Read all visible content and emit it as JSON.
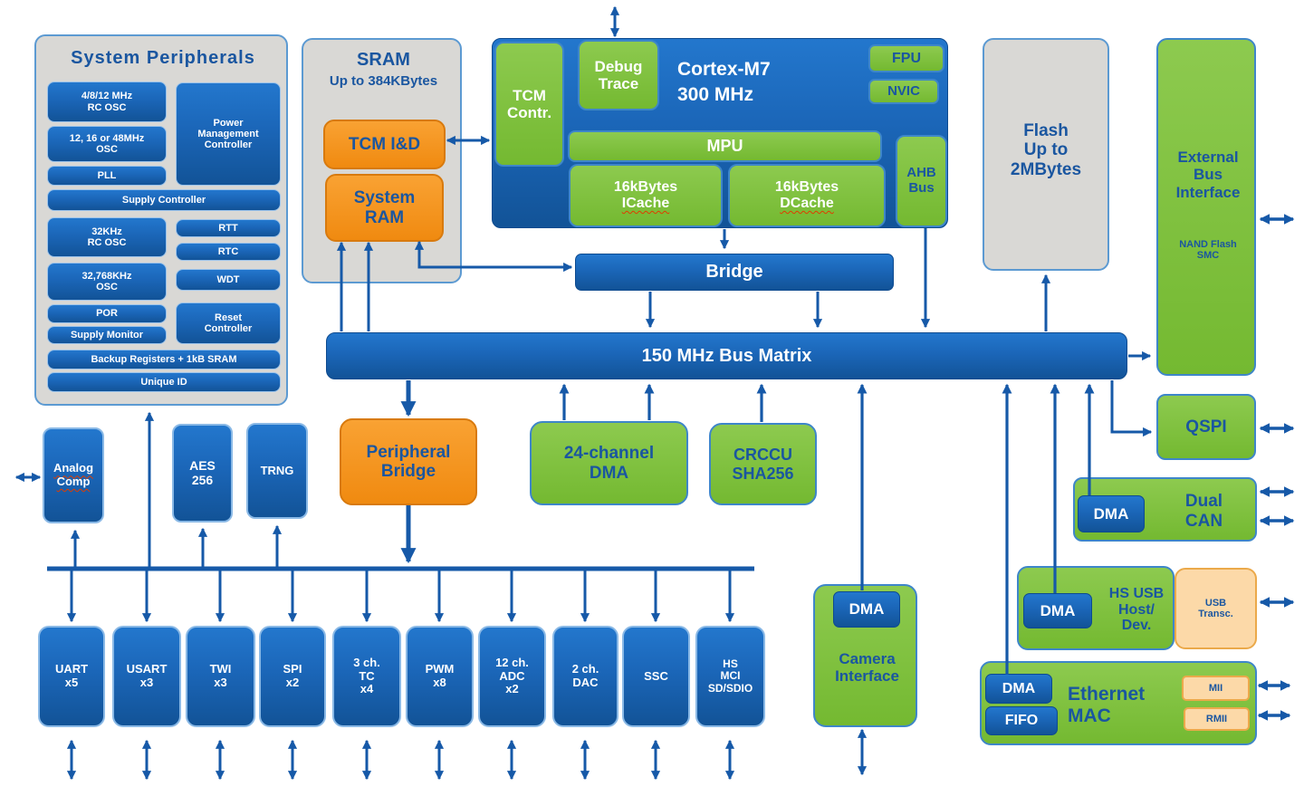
{
  "palette": {
    "box_blue": "#1b66b8",
    "box_green": "#7cc142",
    "box_orange": "#f79420",
    "box_gray": "#d9d8d5",
    "box_peach": "#fcd9a8",
    "arrow_blue": "#1659a8",
    "label_blue": "#1a56a0",
    "label_white": "#ffffff"
  },
  "system_peripherals": {
    "title": "System Peripherals",
    "rc_osc": "4/8/12 MHz\nRC OSC",
    "osc": "12, 16 or 48MHz\nOSC",
    "pll": "PLL",
    "pmc": "Power\nManagement\nController",
    "supply_controller": "Supply Controller",
    "rc32": "32KHz\nRC OSC",
    "rtt": "RTT",
    "rtc": "RTC",
    "osc32": "32,768KHz\nOSC",
    "wdt": "WDT",
    "por": "POR",
    "supply_monitor": "Supply Monitor",
    "reset_controller": "Reset\nController",
    "backup": "Backup Registers + 1kB SRAM",
    "unique_id": "Unique ID"
  },
  "sram": {
    "title": "SRAM",
    "subtitle": "Up to 384KBytes",
    "tcm_id": "TCM I&D",
    "system_ram": "System\nRAM"
  },
  "cortex": {
    "title": "Cortex-M7",
    "freq": "300 MHz",
    "tcm_contr": "TCM\nContr.",
    "debug_trace": "Debug\nTrace",
    "fpu": "FPU",
    "nvic": "NVIC",
    "mpu": "MPU",
    "icache_size": "16kBytes",
    "icache_name": "ICache",
    "dcache_size": "16kBytes",
    "dcache_name": "DCache",
    "ahb": "AHB\nBus"
  },
  "bridge": "Bridge",
  "flash": "Flash\nUp to\n2MBytes",
  "ebi": {
    "title": "External\nBus\nInterface",
    "subtitle": "NAND Flash\nSMC"
  },
  "bus_matrix": "150 MHz Bus Matrix",
  "analog_comp": "Analog\nComp",
  "aes": "AES\n256",
  "trng": "TRNG",
  "peripheral_bridge": "Peripheral\nBridge",
  "dma24": "24-channel\nDMA",
  "crccu": "CRCCU\nSHA256",
  "qspi": "QSPI",
  "dual_can": {
    "dma": "DMA",
    "label": "Dual\nCAN"
  },
  "hs_usb": {
    "dma": "DMA",
    "label": "HS USB\nHost/\nDev."
  },
  "usb_transc": "USB\nTransc.",
  "ethernet": {
    "dma": "DMA",
    "fifo": "FIFO",
    "label": "Ethernet\nMAC",
    "mii": "MII",
    "rmii": "RMII"
  },
  "camera": {
    "dma": "DMA",
    "label": "Camera\nInterface"
  },
  "bottom_row": [
    {
      "label": "UART\nx5"
    },
    {
      "label": "USART\nx3"
    },
    {
      "label": "TWI\nx3"
    },
    {
      "label": "SPI\nx2"
    },
    {
      "label": "3 ch.\nTC\nx4"
    },
    {
      "label": "PWM\nx8"
    },
    {
      "label": "12 ch.\nADC\nx2"
    },
    {
      "label": "2 ch.\nDAC"
    },
    {
      "label": "SSC"
    },
    {
      "label": "HS\nMCI\nSD/SDIO"
    }
  ]
}
